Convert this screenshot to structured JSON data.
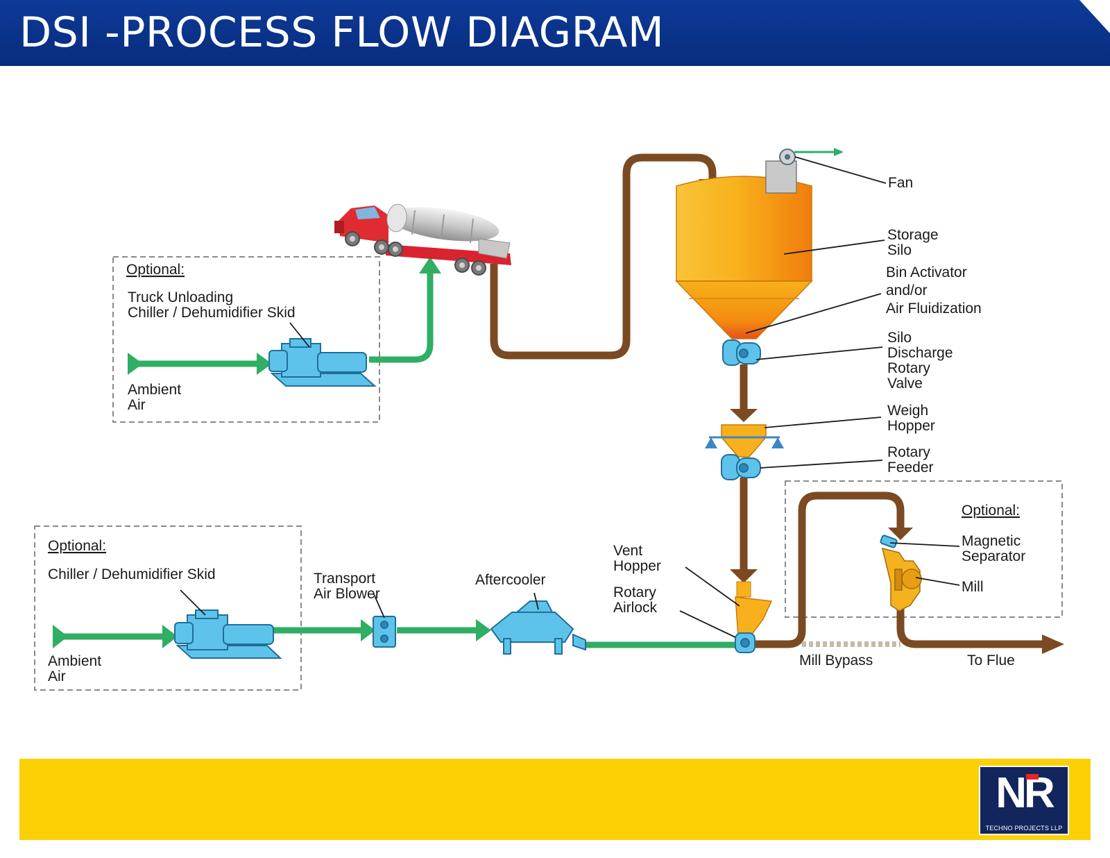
{
  "title": "DSI -PROCESS FLOW DIAGRAM",
  "colors": {
    "title_bar": "#0b3590",
    "air_line": "#2fae64",
    "product_line": "#7b4a22",
    "equipment_blue": "#5ec3ea",
    "silo_orange": "#f7a81b",
    "footer_band": "#fbd004",
    "logo_bg": "#12255c",
    "logo_accent": "#e8232a"
  },
  "diagram": {
    "fan": "Fan",
    "storage_silo": [
      "Storage",
      "Silo"
    ],
    "bin_activator": [
      "Bin Activator",
      "and/or",
      "Air Fluidization"
    ],
    "silo_discharge": [
      "Silo",
      "Discharge",
      "Rotary",
      "Valve"
    ],
    "weigh_hopper": [
      "Weigh",
      "Hopper"
    ],
    "rotary_feeder": [
      "Rotary",
      "Feeder"
    ],
    "optional_upper": {
      "heading": "Optional:",
      "lines": [
        "Truck Unloading",
        "Chiller / Dehumidifier Skid"
      ],
      "ambient": [
        "Ambient",
        "Air"
      ]
    },
    "optional_lower": {
      "heading": "Optional:",
      "lines": [
        "Chiller / Dehumidifier Skid"
      ],
      "ambient": [
        "Ambient",
        "Air"
      ]
    },
    "transport_air_blower": [
      "Transport",
      "Air Blower"
    ],
    "aftercooler": "Aftercooler",
    "vent_hopper": [
      "Vent",
      "Hopper"
    ],
    "rotary_airlock": [
      "Rotary",
      "Airlock"
    ],
    "optional_mill": {
      "heading": "Optional:",
      "magnetic_separator": [
        "Magnetic",
        "Separator"
      ],
      "mill": "Mill"
    },
    "mill_bypass": "Mill Bypass",
    "to_flue": "To Flue"
  },
  "logo": {
    "letters": "NR",
    "caption": "TECHNO PROJECTS LLP"
  }
}
